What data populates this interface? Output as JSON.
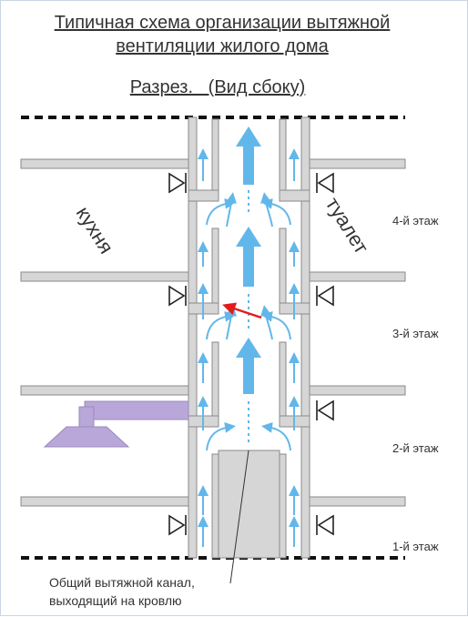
{
  "title": {
    "line1": "Типичная схема организации вытяжной",
    "line2": "вентиляции жилого дома",
    "subtitle": "Разрез.   (Вид сбоку)"
  },
  "labels": {
    "kitchen": "кухня",
    "toilet": "туалет"
  },
  "floors": [
    "4-й этаж",
    "3-й этаж",
    "2-й этаж",
    "1-й этаж"
  ],
  "caption": {
    "line1": "Общий вытяжной канал,",
    "line2": "выходящий на кровлю"
  },
  "colors": {
    "duct_fill": "#d6d6d6",
    "duct_stroke": "#8a8a8a",
    "air_arrow": "#62b7ea",
    "hood": "#b9a7d9",
    "pointer": "#e31b1b",
    "text": "#333333"
  }
}
